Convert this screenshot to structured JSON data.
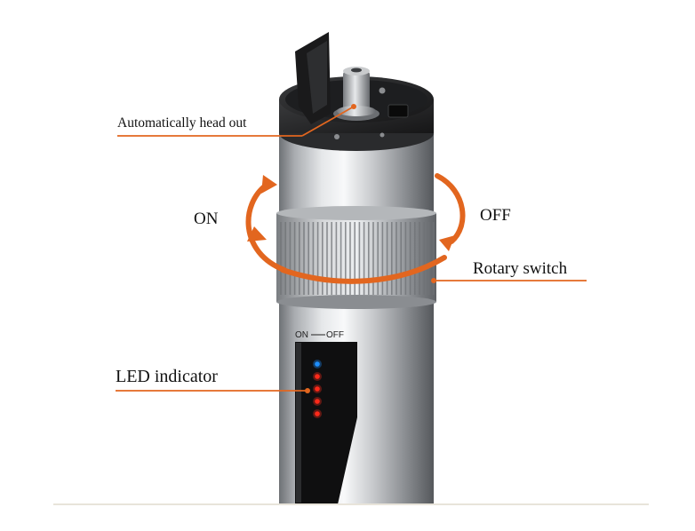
{
  "callouts": {
    "head_out": "Automatically head out",
    "on": "ON",
    "off": "OFF",
    "rotary_switch": "Rotary switch",
    "led_indicator": "LED indicator"
  },
  "device_marking": {
    "on": "ON",
    "off": "OFF"
  },
  "led_indicator": {
    "lit_colors": [
      "#1e8fff",
      "#ff2a1a",
      "#ff2a1a",
      "#ff2a1a",
      "#ff2a1a"
    ]
  },
  "colors": {
    "accent": "#e2661f",
    "body_metal": "#b9bcc0",
    "panel": "#0f0f10"
  }
}
